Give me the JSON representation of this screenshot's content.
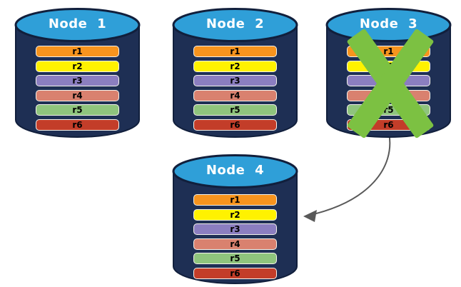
{
  "colors": {
    "background": "#ffffff",
    "cylinder_body": "#1e2f54",
    "cylinder_outline": "#111f3c",
    "cylinder_top": "#2f9fd8",
    "title_text": "#ffffff",
    "row_border": "#f5f3ec",
    "row_text": "#000000",
    "x_mark": "#7cc142",
    "arrow": "#595959"
  },
  "nodes": [
    {
      "title": "Node 1",
      "rows": [
        {
          "label": "r1",
          "color": "#f7941e"
        },
        {
          "label": "r2",
          "color": "#fff200"
        },
        {
          "label": "r3",
          "color": "#8b7ec0"
        },
        {
          "label": "r4",
          "color": "#d9816f"
        },
        {
          "label": "r5",
          "color": "#8fc47d"
        },
        {
          "label": "r6",
          "color": "#c33d29"
        }
      ]
    },
    {
      "title": "Node 2",
      "rows": [
        {
          "label": "r1",
          "color": "#f7941e"
        },
        {
          "label": "r2",
          "color": "#fff200"
        },
        {
          "label": "r3",
          "color": "#8b7ec0"
        },
        {
          "label": "r4",
          "color": "#d9816f"
        },
        {
          "label": "r5",
          "color": "#8fc47d"
        },
        {
          "label": "r6",
          "color": "#c33d29"
        }
      ]
    },
    {
      "title": "Node 3",
      "rows": [
        {
          "label": "r1",
          "color": "#f7941e"
        },
        {
          "label": "r2",
          "color": "#fff200"
        },
        {
          "label": "r3",
          "color": "#8b7ec0"
        },
        {
          "label": "r4",
          "color": "#d9816f"
        },
        {
          "label": "r5",
          "color": "#8fc47d"
        },
        {
          "label": "r6",
          "color": "#c33d29"
        }
      ]
    },
    {
      "title": "Node 4",
      "rows": [
        {
          "label": "r1",
          "color": "#f7941e"
        },
        {
          "label": "r2",
          "color": "#fff200"
        },
        {
          "label": "r3",
          "color": "#8b7ec0"
        },
        {
          "label": "r4",
          "color": "#d9816f"
        },
        {
          "label": "r5",
          "color": "#8fc47d"
        },
        {
          "label": "r6",
          "color": "#c33d29"
        }
      ]
    }
  ],
  "annotations": {
    "x_mark": {
      "on_node": "Node 3"
    },
    "arrow": {
      "from": "Node 3",
      "to": "Node 4"
    }
  }
}
